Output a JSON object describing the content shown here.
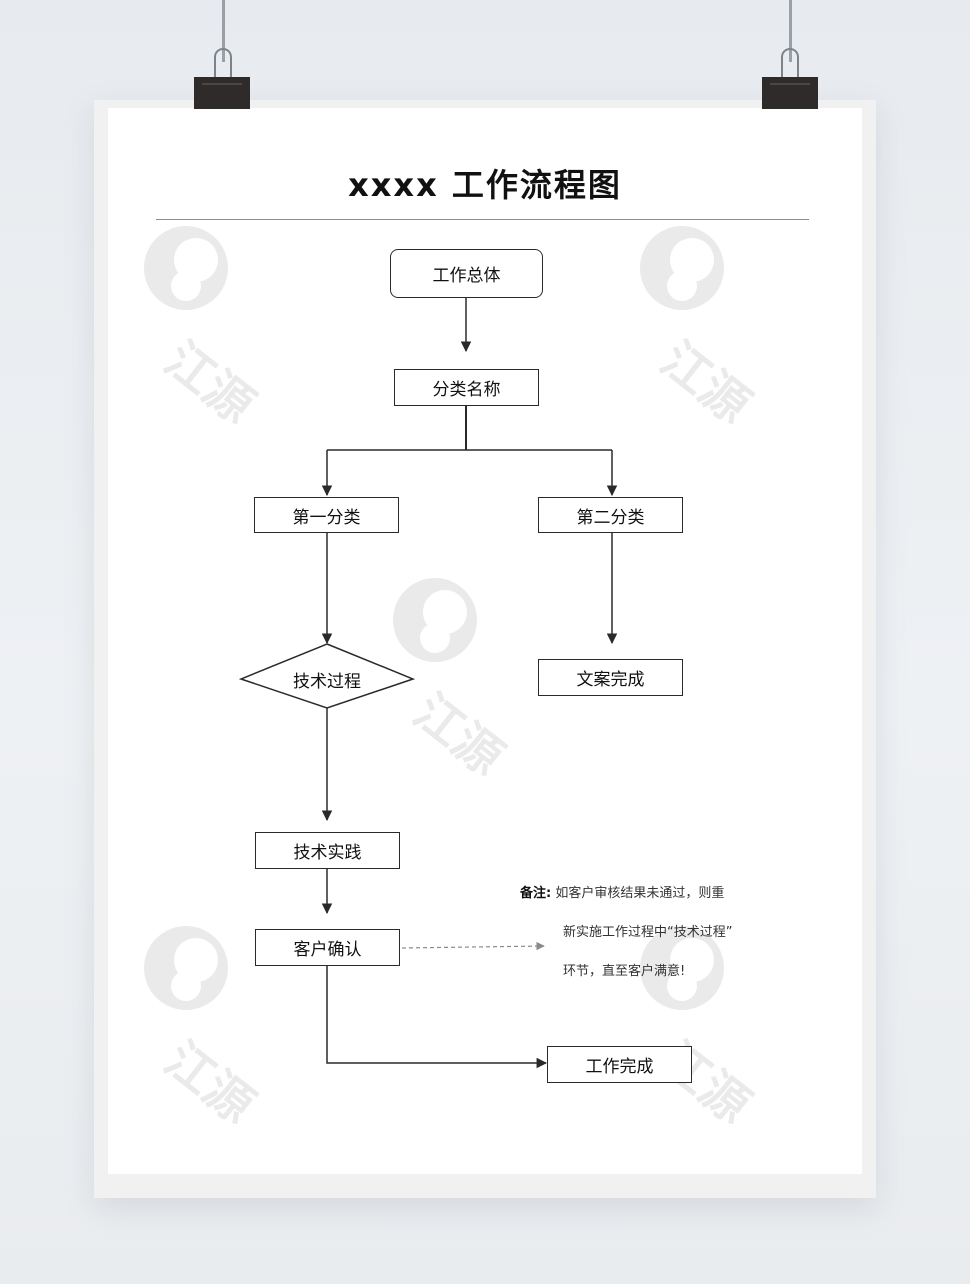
{
  "document": {
    "title": "xxxx 工作流程图"
  },
  "flow": {
    "root": "工作总体",
    "category_name": "分类名称",
    "branch_one": "第一分类",
    "branch_two": "第二分类",
    "decision": "技术过程",
    "copy_done": "文案完成",
    "practice": "技术实践",
    "customer_confirm": "客户确认",
    "work_done": "工作完成"
  },
  "note": {
    "label": "备注:",
    "line1": "如客户审核结果未通过，则重",
    "line2": "新实施工作过程中“技术过程”",
    "line3": "环节，直至客户满意!"
  },
  "watermark": {
    "text": "江源"
  },
  "colors": {
    "background": "#eceff2",
    "poster": "#ffffff",
    "line": "#2a2a2a",
    "dashed_arrow": "#8a8a8a"
  },
  "icons": {
    "clip": "binder-clip-icon",
    "watermark_logo": "watermark-logo-icon"
  }
}
